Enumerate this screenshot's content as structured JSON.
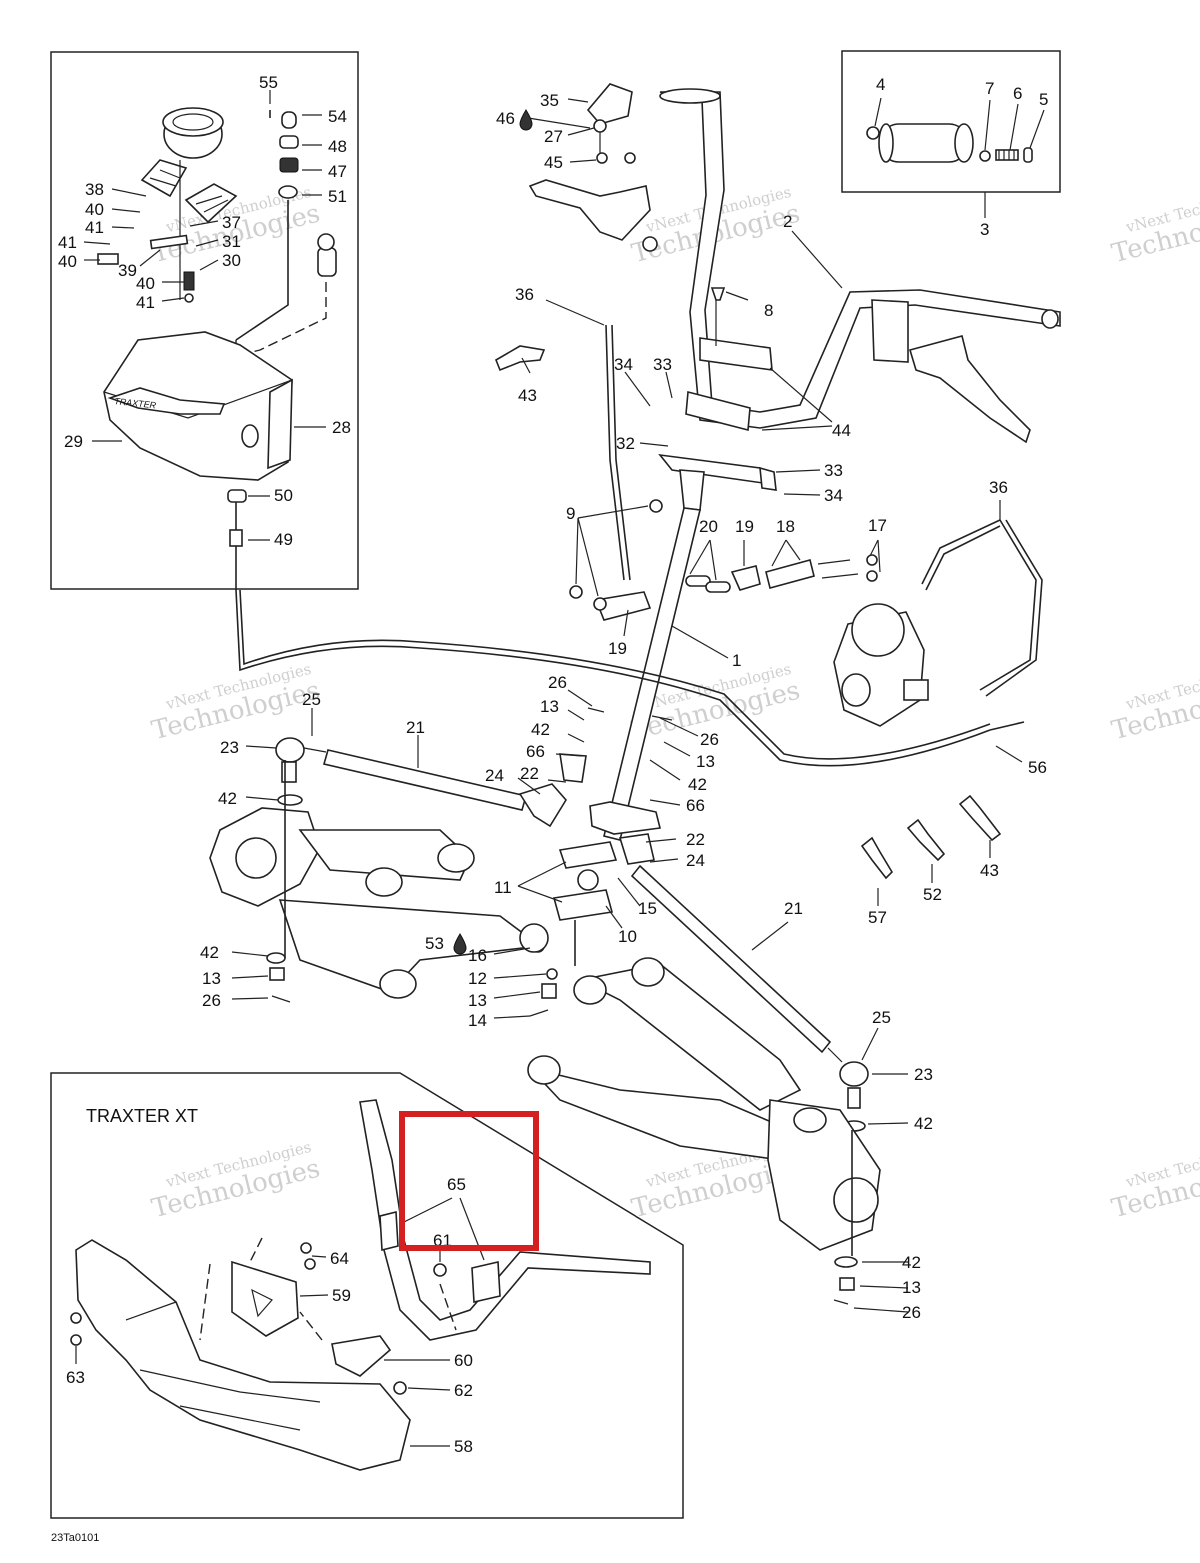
{
  "diagram": {
    "drawing_code": "23Ta0101",
    "inset_title": "TRAXTER XT",
    "watermark": {
      "line1": "vNext Technologies",
      "line2": "Technologies"
    },
    "highlight_color": "#d42020",
    "callouts": {
      "n1": "1",
      "n2": "2",
      "n3": "3",
      "n4": "4",
      "n5": "5",
      "n6": "6",
      "n7": "7",
      "n8": "8",
      "n9": "9",
      "n10": "10",
      "n11": "11",
      "n12": "12",
      "n13": "13",
      "n14": "14",
      "n15": "15",
      "n16": "16",
      "n17": "17",
      "n18": "18",
      "n19": "19",
      "n20": "20",
      "n21": "21",
      "n22": "22",
      "n23": "23",
      "n24": "24",
      "n25": "25",
      "n26": "26",
      "n27": "27",
      "n28": "28",
      "n29": "29",
      "n30": "30",
      "n31": "31",
      "n32": "32",
      "n33": "33",
      "n34": "34",
      "n35": "35",
      "n36": "36",
      "n37": "37",
      "n38": "38",
      "n39": "39",
      "n40": "40",
      "n41": "41",
      "n42": "42",
      "n43": "43",
      "n44": "44",
      "n45": "45",
      "n46": "46",
      "n47": "47",
      "n48": "48",
      "n49": "49",
      "n50": "50",
      "n51": "51",
      "n52": "52",
      "n53": "53",
      "n54": "54",
      "n55": "55",
      "n56": "56",
      "n57": "57",
      "n58": "58",
      "n59": "59",
      "n60": "60",
      "n61": "61",
      "n62": "62",
      "n63": "63",
      "n64": "64",
      "n65": "65",
      "n66": "66"
    }
  }
}
